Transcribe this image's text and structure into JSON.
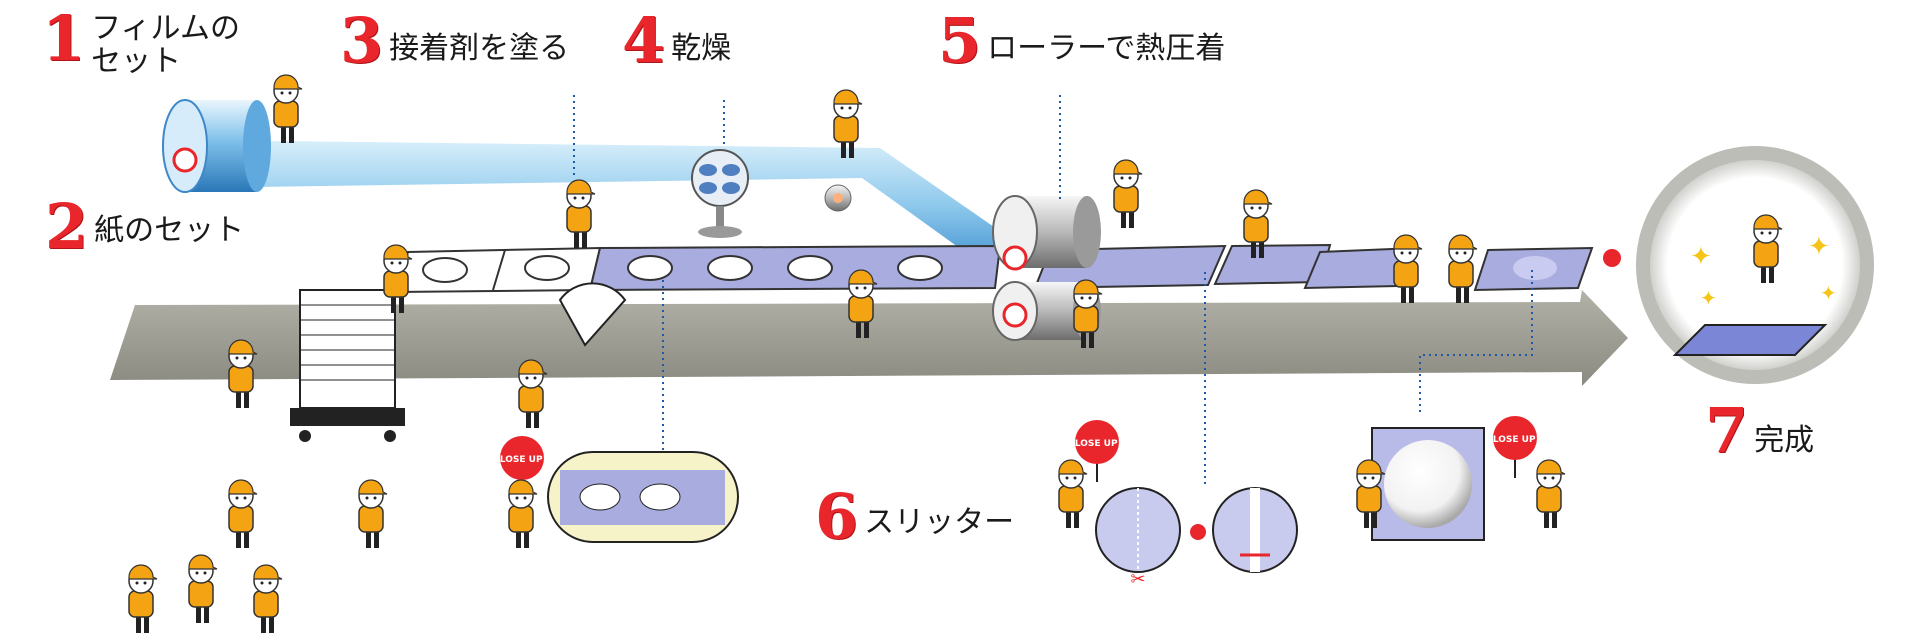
{
  "steps": [
    {
      "number": "1",
      "label": "フィルムの\nセット"
    },
    {
      "number": "2",
      "label": "紙のセット"
    },
    {
      "number": "3",
      "label": "接着剤を塗る"
    },
    {
      "number": "4",
      "label": "乾燥"
    },
    {
      "number": "5",
      "label": "ローラーで熱圧着"
    },
    {
      "number": "6",
      "label": "スリッター"
    },
    {
      "number": "7",
      "label": "完成"
    }
  ],
  "signs": {
    "close_up": "CLOSE UP!!"
  },
  "colors": {
    "step_number": "#e8262b",
    "belt": "#9a9a8f",
    "film": "#8fc9ec",
    "paper_laminated": "#a9acdf",
    "worker_shirt": "#f4a312",
    "sign": "#e8262b",
    "dotted_line": "#1f5aa6"
  }
}
